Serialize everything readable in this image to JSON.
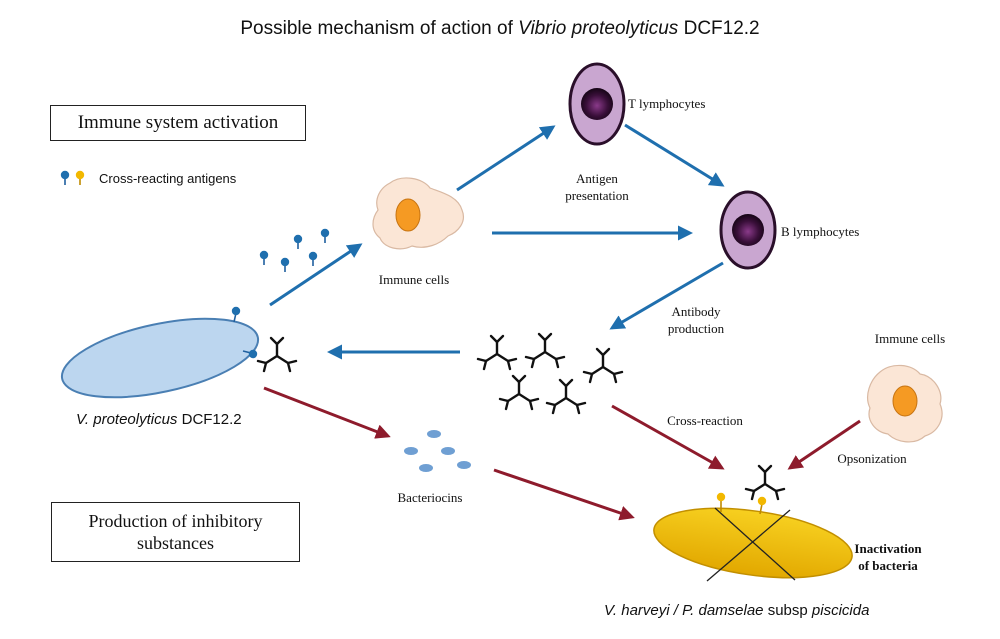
{
  "title": {
    "prefix": "Possible mechanism of action of ",
    "italic": "Vibrio proteolyticus",
    "suffix": " DCF12.2"
  },
  "boxes": {
    "immune_activation": "Immune system activation",
    "inhibitory_line1": "Production of inhibitory",
    "inhibitory_line2": "substances"
  },
  "legend": {
    "cross_reacting": "Cross-reacting antigens"
  },
  "labels": {
    "immune_cells_top": "Immune   cells",
    "t_lymphocytes": "T lymphocytes",
    "b_lymphocytes": "B lymphocytes",
    "antigen_line1": "Antigen",
    "antigen_line2": "presentation",
    "antibody_line1": "Antibody",
    "antibody_line2": "production",
    "immune_cells_right": "Immune   cells",
    "opsonization": "Opsonization",
    "cross_reaction": "Cross-reaction",
    "bacteriocins": "Bacteriocins",
    "inactivation_line1": "Inactivation",
    "inactivation_line2": "of bacteria"
  },
  "vibrio_label": {
    "italic": "V. proteolyticus",
    "normal": " DCF12.2"
  },
  "target_label": {
    "italic1": "V. harveyi / P. damselae",
    "normal": " subsp ",
    "italic2": "piscicida"
  },
  "colors": {
    "blue_arrow": "#1f6fae",
    "red_arrow": "#8e1b2c",
    "bacterium_blue": "#bcd6ef",
    "bacterium_yellow": "#f5c400",
    "lymphocyte": "#c9a6d0",
    "cell_body": "#fbe6d6",
    "nucleus": "#f59a23"
  }
}
